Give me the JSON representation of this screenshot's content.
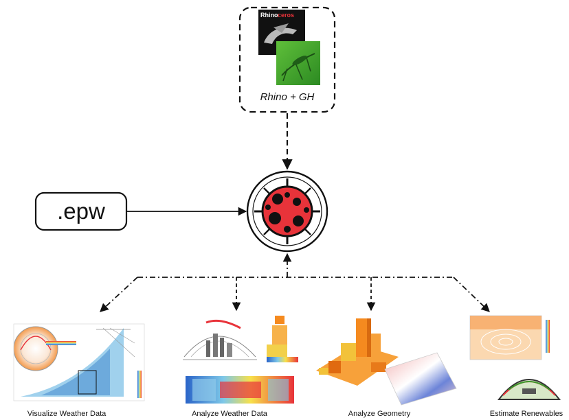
{
  "source": {
    "logo_text_a": "Rhino",
    "logo_text_b": "ceros",
    "caption": "Rhino + GH",
    "icons": [
      "rhinoceros-logo",
      "grasshopper-logo"
    ]
  },
  "input": {
    "label": ".epw"
  },
  "hub": {
    "icon": "ladybug-icon"
  },
  "outputs": [
    {
      "label": "Visualize Weather Data",
      "image": "sun-path-and-psychrometric-chart"
    },
    {
      "label": "Analyze Weather Data",
      "image": "dome-sky-and-hourly-heatmap"
    },
    {
      "label": "Analyze Geometry",
      "image": "radiation-on-building-massing"
    },
    {
      "label": "Estimate Renewables",
      "image": "solar-contours-and-dome-view"
    }
  ],
  "colors": {
    "ladybug_red": "#e8333a",
    "grasshopper_green": "#3a9a2c",
    "rhino_black": "#111111",
    "heat_orange": "#f58a1f"
  }
}
